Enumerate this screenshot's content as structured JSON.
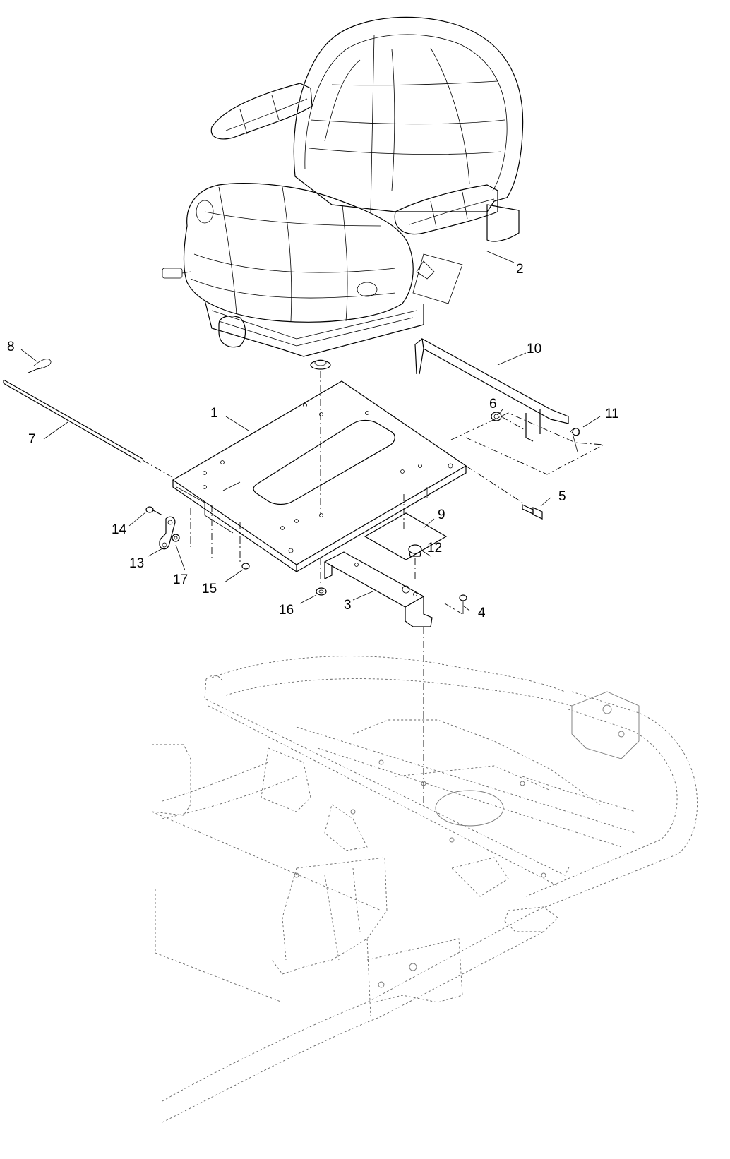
{
  "labels": {
    "p1": "1",
    "p2": "2",
    "p3": "3",
    "p4": "4",
    "p5": "5",
    "p6": "6",
    "p7": "7",
    "p8": "8",
    "p9": "9",
    "p10": "10",
    "p11": "11",
    "p12": "12",
    "p13": "13",
    "p14": "14",
    "p15": "15",
    "p16": "16",
    "p17": "17"
  }
}
